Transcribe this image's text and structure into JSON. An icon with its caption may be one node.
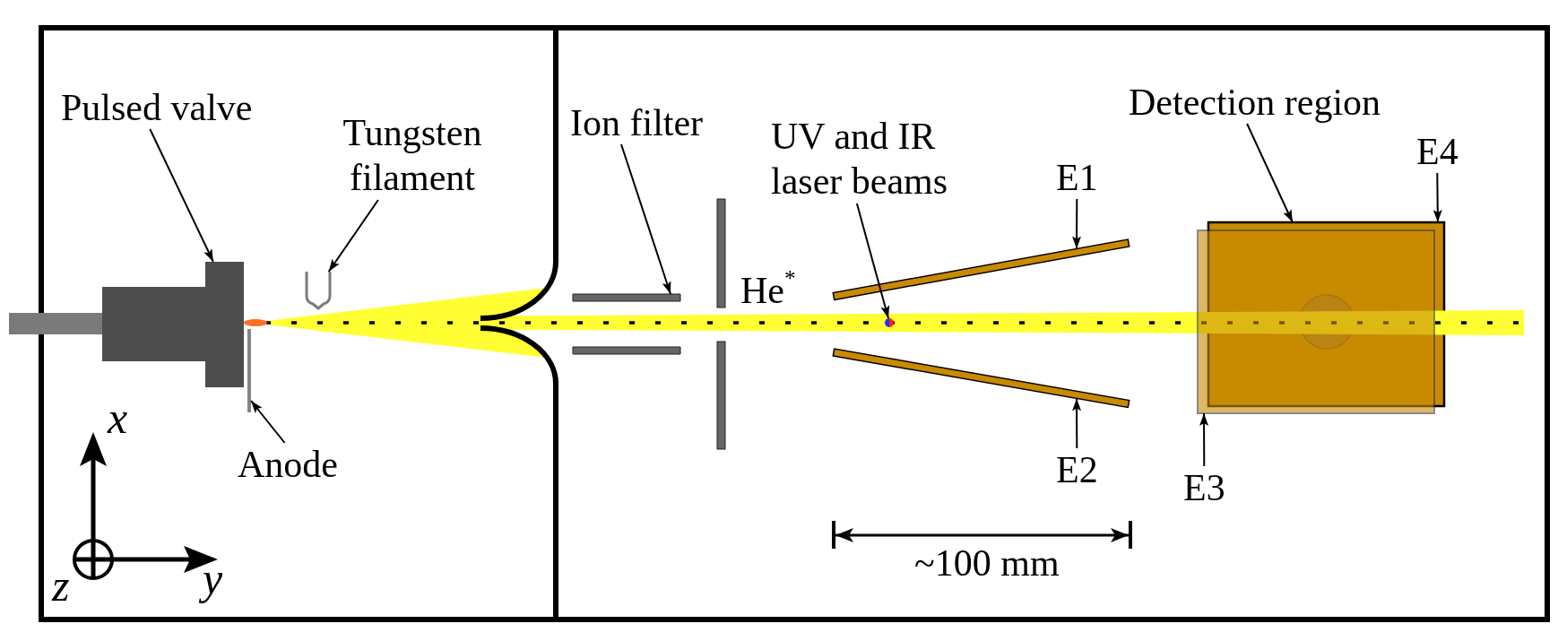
{
  "diagram": {
    "nodes": [
      {
        "text": [
          "Pulsed valve"
        ]
      },
      {
        "text": [],
        "shape": "picture"
      },
      {
        "text": [
          "Tungsten filament"
        ]
      },
      {
        "text": [],
        "shape": "picture"
      },
      {
        "text": [
          "Anode"
        ]
      },
      {
        "text": [],
        "shape": "bar"
      },
      {
        "text": [
          "Ion filter"
        ]
      },
      {
        "text": [],
        "shape": "bar"
      },
      {
        "text": [
          "UV and IR laser beams"
        ]
      },
      {
        "text": [],
        "shape": "circle"
      },
      {
        "text": [
          "E1"
        ]
      },
      {
        "text": [],
        "shape": "bar"
      },
      {
        "text": [
          "E2"
        ]
      },
      {
        "text": [],
        "shape": "bar"
      },
      {
        "text": [
          "Detection region"
        ]
      },
      {
        "text": [
          "E4"
        ]
      },
      {
        "text": [],
        "shape": "box"
      },
      {
        "text": [
          "E3"
        ]
      },
      {
        "text": [],
        "shape": "box"
      }
    ],
    "edges": [
      {
        "from": 0,
        "to": 1,
        "arrow": "to"
      },
      {
        "from": 2,
        "to": 3,
        "arrow": "to"
      },
      {
        "from": 4,
        "to": 5,
        "arrow": "to"
      },
      {
        "from": 6,
        "to": 7,
        "arrow": "to"
      },
      {
        "from": 8,
        "to": 9,
        "arrow": "to"
      },
      {
        "from": 10,
        "to": 11,
        "arrow": "to"
      },
      {
        "from": 12,
        "to": 13,
        "arrow": "to"
      },
      {
        "from": 14,
        "to": 16,
        "arrow": "to"
      },
      {
        "from": 15,
        "to": 16,
        "arrow": "to"
      },
      {
        "from": 17,
        "to": 18,
        "arrow": "to"
      }
    ],
    "labels": [
      "He$^{*}$",
      "x",
      "~100 mm",
      "z",
      "y"
    ]
  }
}
